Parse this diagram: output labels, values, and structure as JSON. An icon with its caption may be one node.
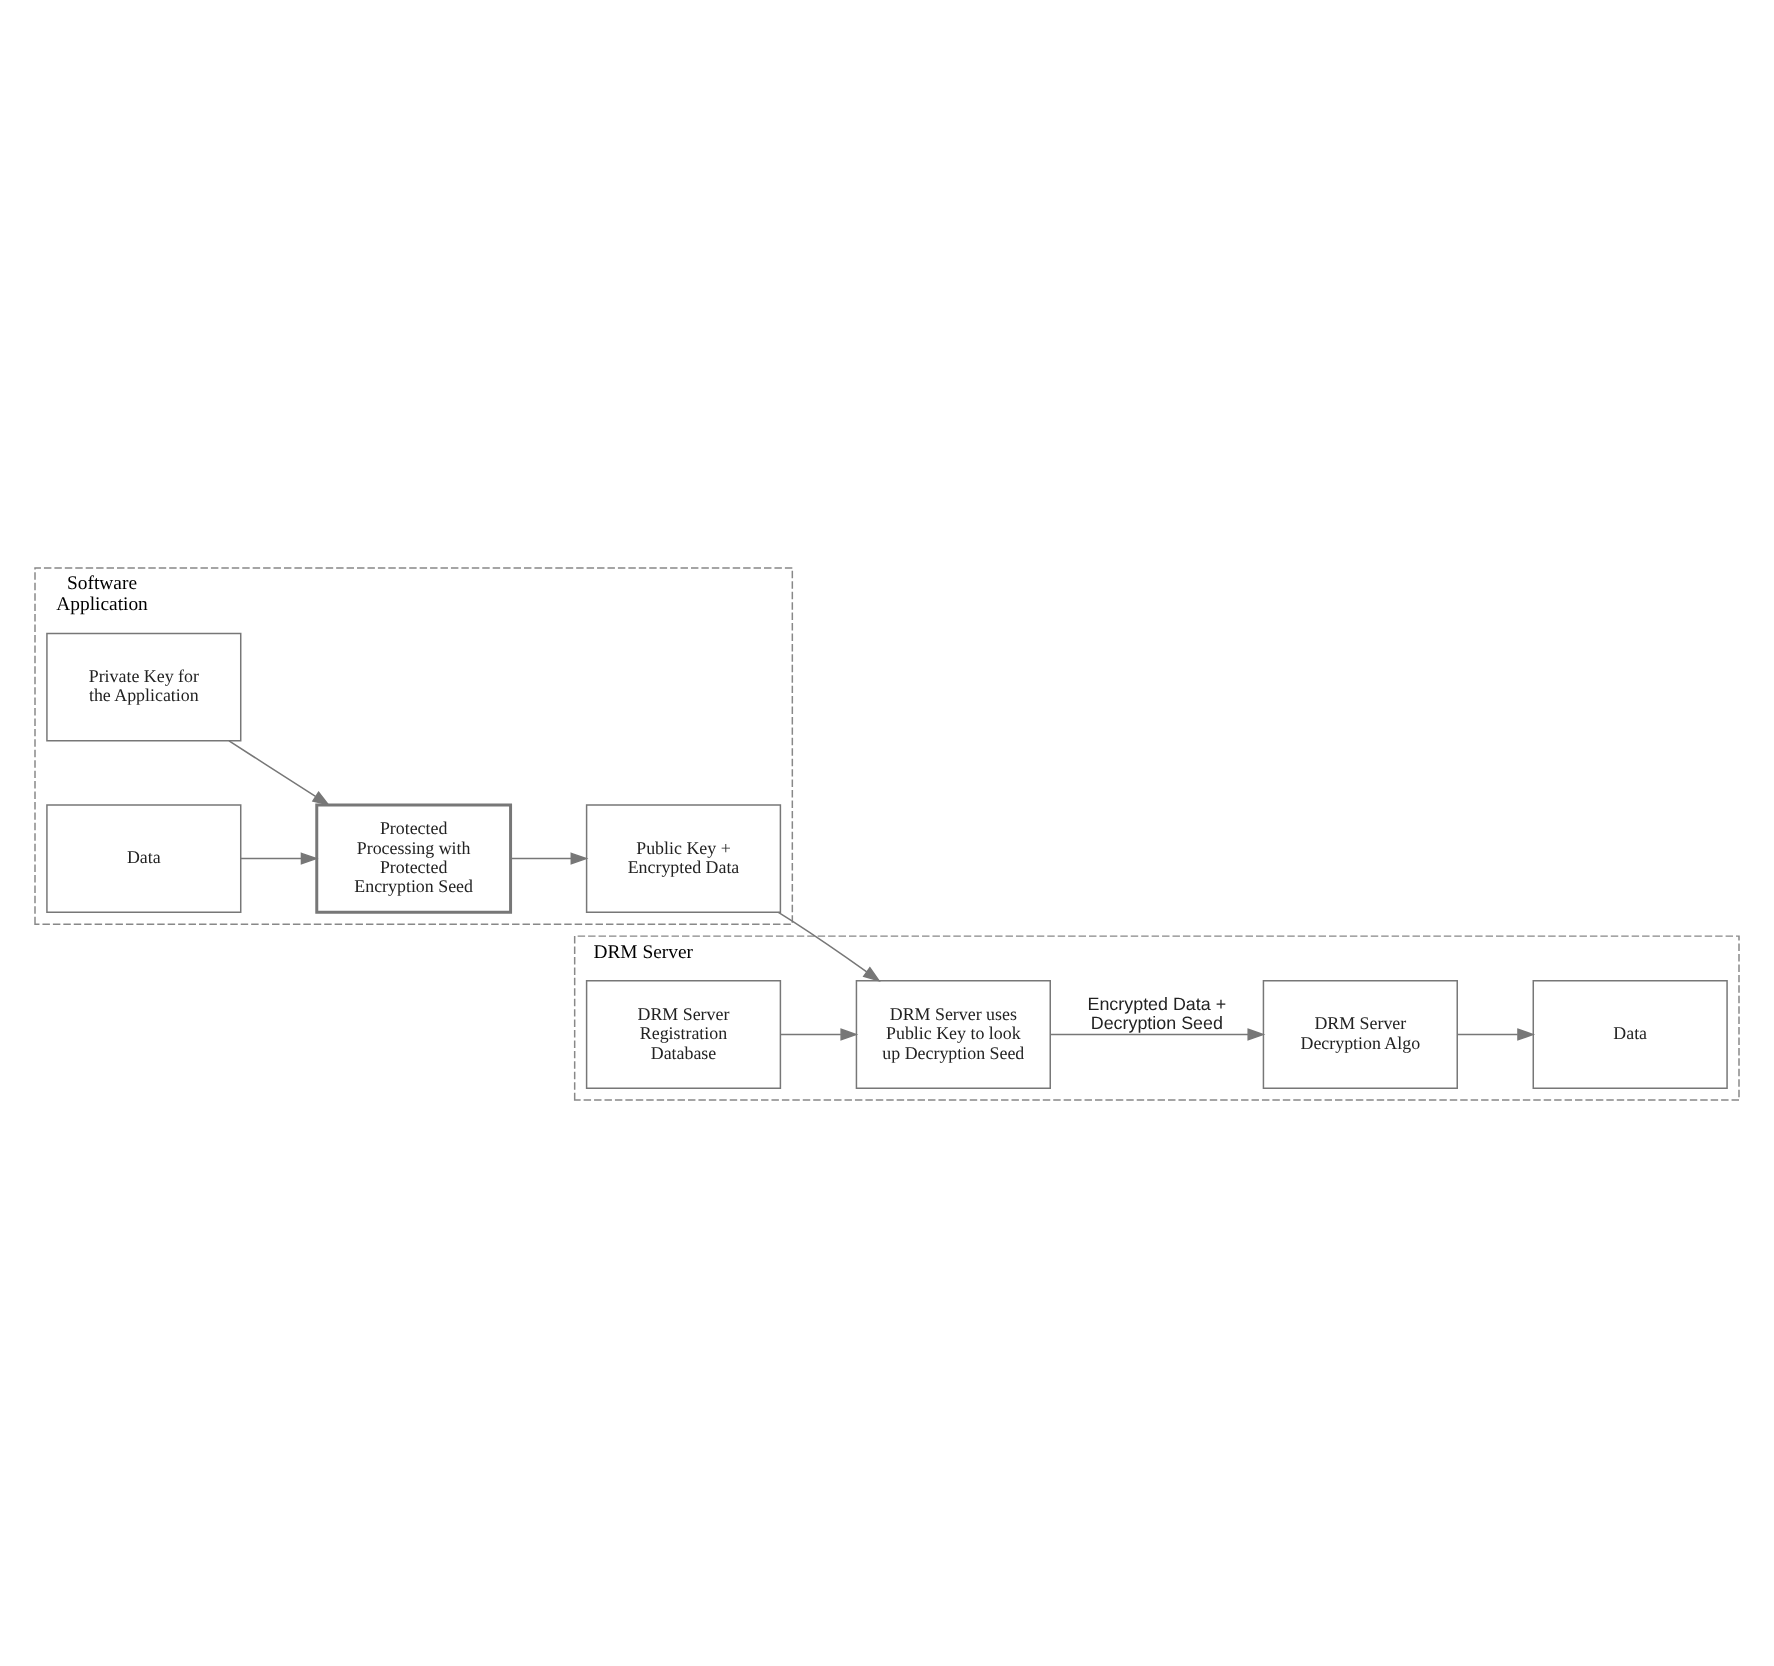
{
  "diagram": {
    "nodes": [
      {
        "text": [
          "Software Application"
        ]
      },
      {
        "text": [
          "Private Key for the Application"
        ],
        "in": 0
      },
      {
        "text": [
          "Data"
        ],
        "in": 0
      },
      {
        "text": [
          "Protected Processing with Protected Encryption Seed"
        ],
        "in": 0
      },
      {
        "text": [
          "Public Key + Encrypted Data"
        ],
        "in": 0
      },
      {
        "text": [
          "DRM Server"
        ]
      },
      {
        "text": [
          "DRM Server Decryption Algo"
        ],
        "in": 5
      },
      {
        "text": [
          "Data"
        ],
        "in": 5
      },
      {
        "text": [
          "DRM Server uses Public Key to look up Decryption Seed"
        ],
        "in": 5
      },
      {
        "text": [
          "DRM Server Registration Database"
        ],
        "in": 5
      }
    ],
    "edges": [
      {
        "from": 1,
        "to": 3,
        "arrow": "to"
      },
      {
        "from": 2,
        "to": 3,
        "arrow": "to"
      },
      {
        "from": 3,
        "to": 4,
        "arrow": "to"
      },
      {
        "from": 4,
        "to": 8,
        "arrow": "to"
      },
      {
        "from": 8,
        "to": 6,
        "arrow": "to",
        "label": "Encrypted Data + Decryption Seed"
      },
      {
        "from": 6,
        "to": 7,
        "arrow": "to"
      },
      {
        "from": 9,
        "to": 8,
        "arrow": "to"
      }
    ]
  }
}
